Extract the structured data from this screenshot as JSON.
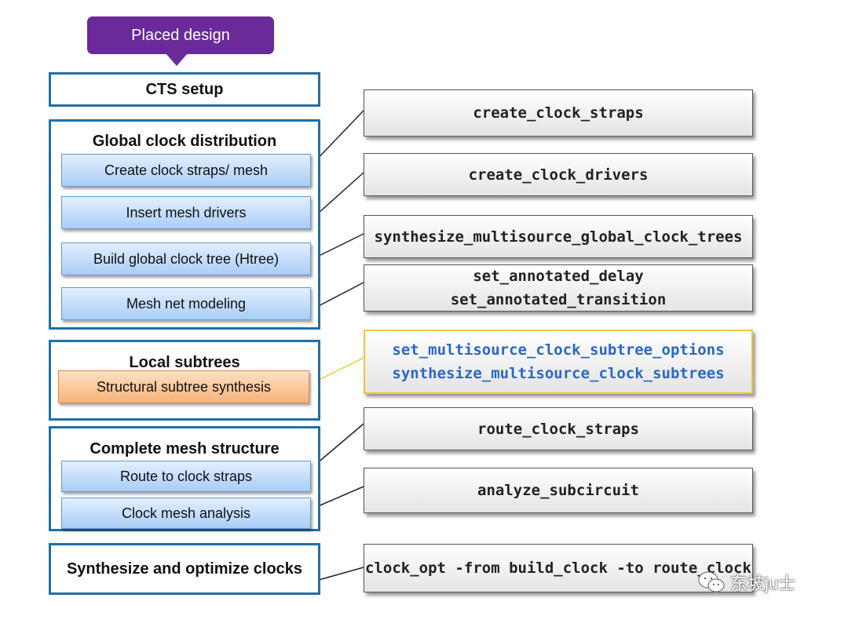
{
  "start": {
    "label": "Placed design"
  },
  "groups": {
    "cts_setup": {
      "title": "CTS setup"
    },
    "global": {
      "title": "Global clock distribution",
      "items": [
        "Create clock straps/ mesh",
        "Insert mesh drivers",
        "Build global clock tree (Htree)",
        "Mesh net modeling"
      ]
    },
    "local": {
      "title": "Local subtrees",
      "items": [
        "Structural subtree synthesis"
      ]
    },
    "complete": {
      "title": "Complete mesh structure",
      "items": [
        "Route to clock straps",
        "Clock mesh analysis"
      ]
    },
    "synth": {
      "title": "Synthesize and optimize clocks"
    }
  },
  "commands": [
    {
      "lines": [
        "create_clock_straps"
      ]
    },
    {
      "lines": [
        "create_clock_drivers"
      ]
    },
    {
      "lines": [
        "synthesize_multisource_global_clock_trees"
      ]
    },
    {
      "lines": [
        "set_annotated_delay",
        "set_annotated_transition"
      ]
    },
    {
      "lines": [
        "set_multisource_clock_subtree_options",
        "synthesize_multisource_clock_subtrees"
      ]
    },
    {
      "lines": [
        "route_clock_straps"
      ]
    },
    {
      "lines": [
        "analyze_subcircuit"
      ]
    },
    {
      "lines": [
        "clock_opt -from build_clock -to route_clock"
      ]
    }
  ],
  "watermark": {
    "text": "东坡ju士",
    "icon": "wechat-icon"
  },
  "colors": {
    "purple": "#6a2a9a",
    "frame_blue": "#1f6fa8",
    "item_blue": "#a9cdf6",
    "item_orange": "#f7b37a",
    "highlight_border": "#f0c43a",
    "highlight_text": "#2b67c7"
  }
}
